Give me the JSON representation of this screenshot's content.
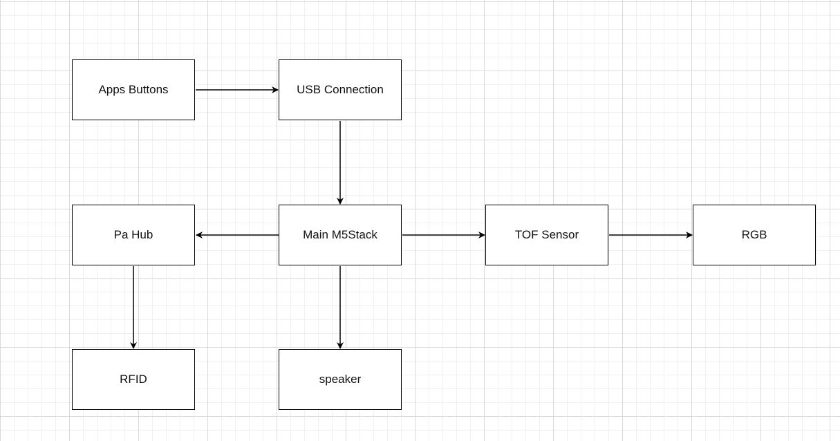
{
  "diagram": {
    "nodes": {
      "apps_buttons": "Apps Buttons",
      "usb_connection": "USB Connection",
      "pa_hub": "Pa Hub",
      "main_m5stack": "Main M5Stack",
      "tof_sensor": "TOF Sensor",
      "rgb": "RGB",
      "rfid": "RFID",
      "speaker": "speaker"
    },
    "edges": [
      {
        "from": "Apps Buttons",
        "to": "USB Connection"
      },
      {
        "from": "USB Connection",
        "to": "Main M5Stack"
      },
      {
        "from": "Main M5Stack",
        "to": "Pa Hub"
      },
      {
        "from": "Main M5Stack",
        "to": "TOF Sensor"
      },
      {
        "from": "TOF Sensor",
        "to": "RGB"
      },
      {
        "from": "Pa Hub",
        "to": "RFID"
      },
      {
        "from": "Main M5Stack",
        "to": "speaker"
      }
    ],
    "colors": {
      "line": "#000000",
      "node_fill": "#ffffff",
      "grid_major": "#d9d9d9",
      "grid_minor": "#f0f0f0"
    }
  }
}
